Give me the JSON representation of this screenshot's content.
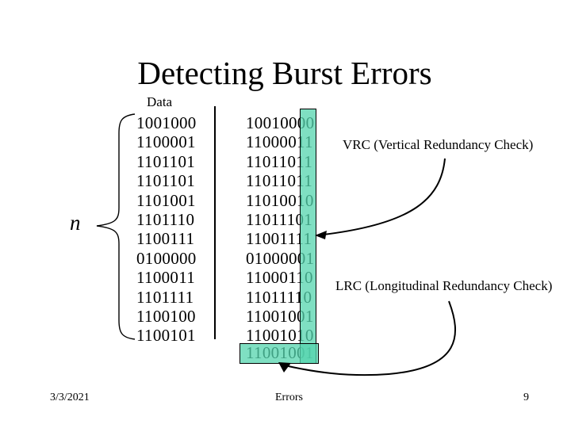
{
  "slide": {
    "title": "Detecting Burst Errors",
    "data_label": "Data",
    "n_label": "n",
    "data_rows": [
      "1001000",
      "1100001",
      "1101101",
      "1101101",
      "1101001",
      "1101110",
      "1100111",
      "0100000",
      "1100011",
      "1101111",
      "1100100",
      "1100101"
    ],
    "encoded_rows": [
      "10010000",
      "11000011",
      "11011011",
      "11011011",
      "11010010",
      "11011101",
      "11001111",
      "01000001",
      "11000110",
      "11011110",
      "11001001",
      "11001010"
    ],
    "lrc_row": "11001001",
    "vrc_label": "VRC (Vertical Redundancy Check)",
    "lrc_label": "LRC (Longitudinal Redundancy Check)",
    "footer": {
      "date": "3/3/2021",
      "center": "Errors",
      "page": "9"
    }
  },
  "colors": {
    "highlight": "rgba(84,212,173,0.75)",
    "highlight_border": "#000000",
    "ink": "#000000"
  }
}
